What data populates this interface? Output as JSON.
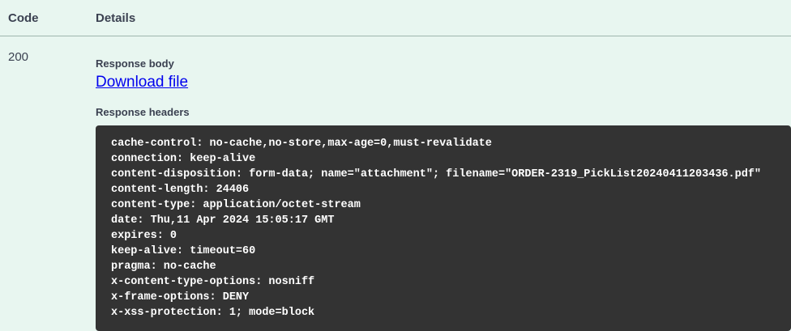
{
  "table": {
    "headers": {
      "code": "Code",
      "details": "Details"
    }
  },
  "response": {
    "status_code": "200",
    "body_label": "Response body",
    "download_link_label": "Download file",
    "headers_label": "Response headers",
    "headers_lines": [
      "cache-control: no-cache,no-store,max-age=0,must-revalidate",
      "connection: keep-alive",
      "content-disposition: form-data; name=\"attachment\"; filename=\"ORDER-2319_PickList20240411203436.pdf\"",
      "content-length: 24406",
      "content-type: application/octet-stream",
      "date: Thu,11 Apr 2024 15:05:17 GMT",
      "expires: 0",
      "keep-alive: timeout=60",
      "pragma: no-cache",
      "x-content-type-options: nosniff",
      "x-frame-options: DENY",
      "x-xss-protection: 1; mode=block"
    ]
  },
  "colors": {
    "page_background": "#e8f6f0",
    "code_block_background": "#333333",
    "code_text": "#ffffff",
    "link": "#0000ee",
    "text": "#3b4151",
    "divider": "#9fb5ae"
  }
}
